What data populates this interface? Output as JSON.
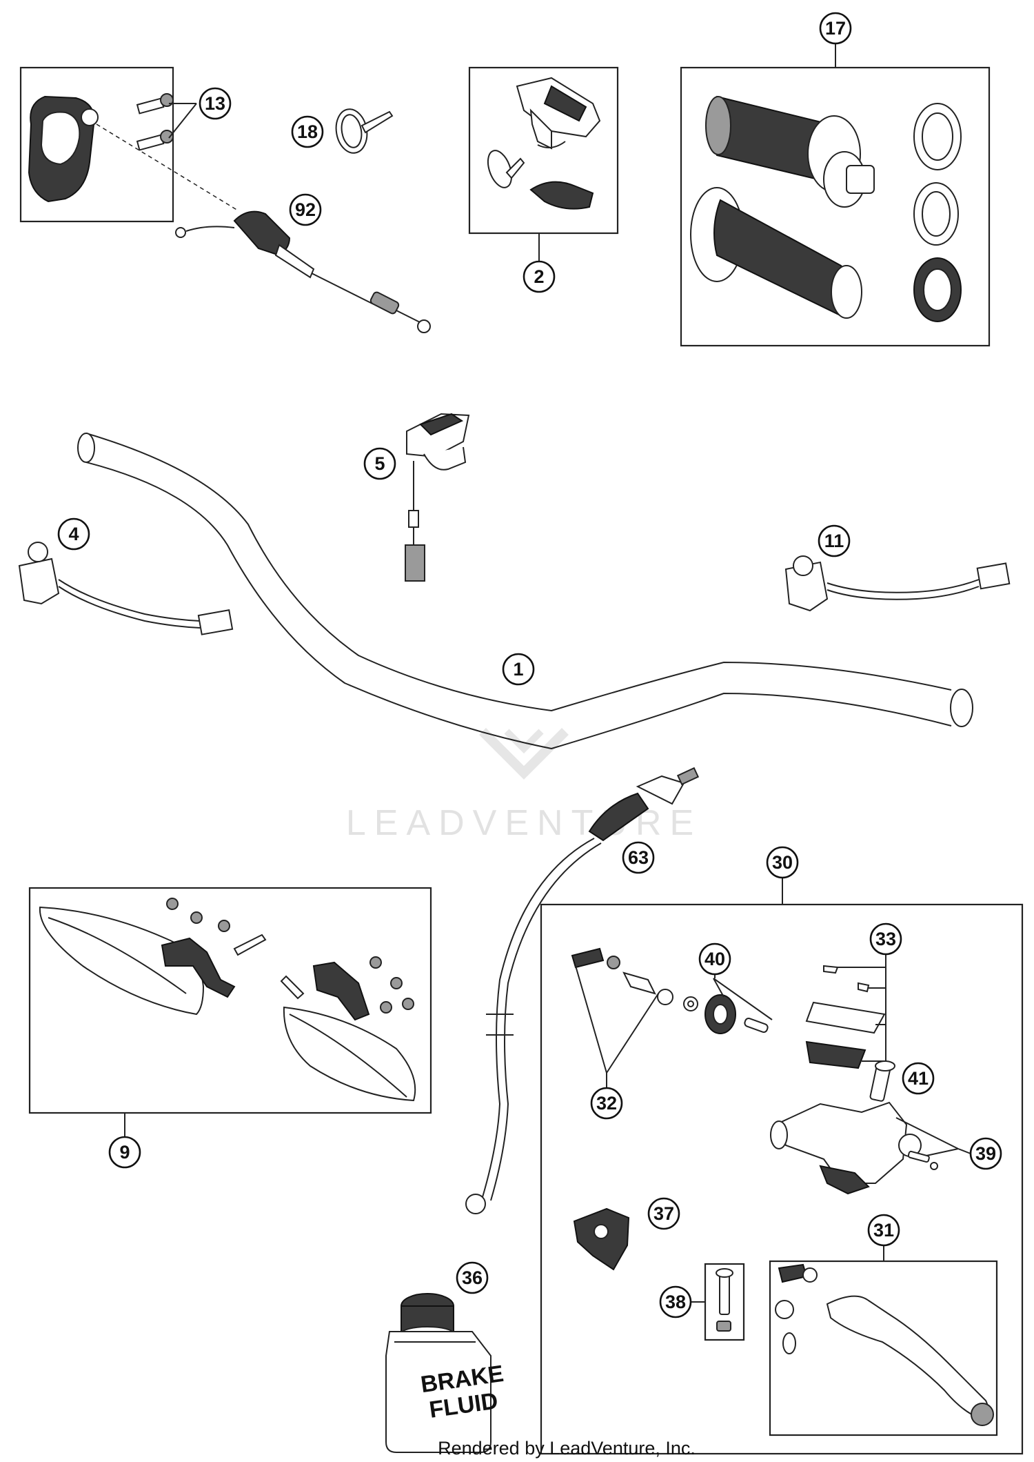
{
  "callouts": [
    {
      "id": "c13",
      "label": "13"
    },
    {
      "id": "c18",
      "label": "18"
    },
    {
      "id": "c92",
      "label": "92"
    },
    {
      "id": "c2",
      "label": "2"
    },
    {
      "id": "c17",
      "label": "17"
    },
    {
      "id": "c5",
      "label": "5"
    },
    {
      "id": "c4",
      "label": "4"
    },
    {
      "id": "c11",
      "label": "11"
    },
    {
      "id": "c1",
      "label": "1"
    },
    {
      "id": "c63",
      "label": "63"
    },
    {
      "id": "c30",
      "label": "30"
    },
    {
      "id": "c33",
      "label": "33"
    },
    {
      "id": "c40",
      "label": "40"
    },
    {
      "id": "c41",
      "label": "41"
    },
    {
      "id": "c32",
      "label": "32"
    },
    {
      "id": "c39",
      "label": "39"
    },
    {
      "id": "c9",
      "label": "9"
    },
    {
      "id": "c37",
      "label": "37"
    },
    {
      "id": "c31",
      "label": "31"
    },
    {
      "id": "c38",
      "label": "38"
    },
    {
      "id": "c36",
      "label": "36"
    }
  ],
  "bottle_label_line1": "BRAKE",
  "bottle_label_line2": "FLUID",
  "watermark": "LEADVENTURE",
  "footer": "Rendered by LeadVenture, Inc."
}
